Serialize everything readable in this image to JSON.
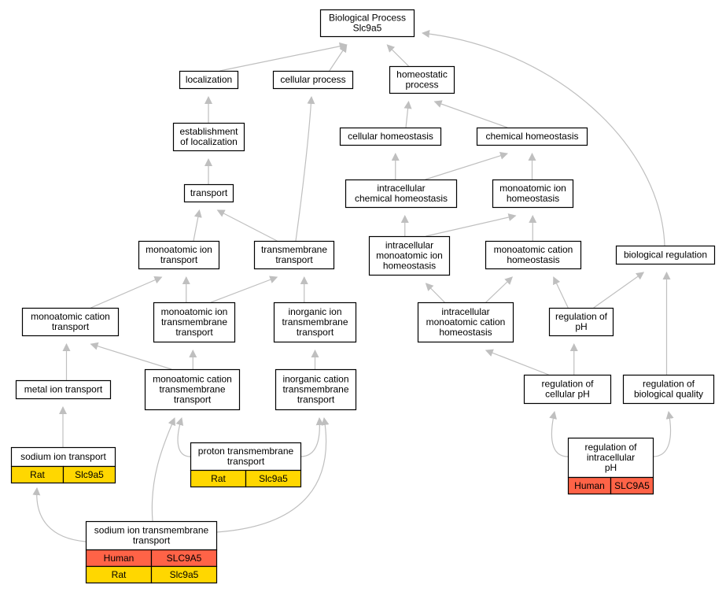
{
  "colors": {
    "rat": "#ffd700",
    "human": "#ff6347",
    "edge": "#bfbfbf",
    "node_border": "#000000",
    "node_fill": "#ffffff"
  },
  "nodes": [
    {
      "id": "root",
      "lines": [
        "Biological Process",
        "Slc9a5"
      ]
    },
    {
      "id": "localization",
      "lines": [
        "localization"
      ]
    },
    {
      "id": "cellular_process",
      "lines": [
        "cellular process"
      ]
    },
    {
      "id": "homeostatic_process",
      "lines": [
        "homeostatic",
        "process"
      ]
    },
    {
      "id": "establishment_localization",
      "lines": [
        "establishment",
        "of localization"
      ]
    },
    {
      "id": "cellular_homeostasis",
      "lines": [
        "cellular homeostasis"
      ]
    },
    {
      "id": "chemical_homeostasis",
      "lines": [
        "chemical homeostasis"
      ]
    },
    {
      "id": "transport",
      "lines": [
        "transport"
      ]
    },
    {
      "id": "intracellular_chemical_homeostasis",
      "lines": [
        "intracellular",
        "chemical homeostasis"
      ]
    },
    {
      "id": "monoatomic_ion_homeostasis",
      "lines": [
        "monoatomic ion",
        "homeostasis"
      ]
    },
    {
      "id": "monoatomic_ion_transport",
      "lines": [
        "monoatomic ion",
        "transport"
      ]
    },
    {
      "id": "transmembrane_transport",
      "lines": [
        "transmembrane",
        "transport"
      ]
    },
    {
      "id": "intracellular_monoatomic_ion_homeostasis",
      "lines": [
        "intracellular",
        "monoatomic ion",
        "homeostasis"
      ]
    },
    {
      "id": "monoatomic_cation_homeostasis",
      "lines": [
        "monoatomic cation",
        "homeostasis"
      ]
    },
    {
      "id": "biological_regulation",
      "lines": [
        "biological regulation"
      ]
    },
    {
      "id": "monoatomic_cation_transport",
      "lines": [
        "monoatomic cation",
        "transport"
      ]
    },
    {
      "id": "monoatomic_ion_transmembrane_transport",
      "lines": [
        "monoatomic ion",
        "transmembrane",
        "transport"
      ]
    },
    {
      "id": "inorganic_ion_transmembrane_transport",
      "lines": [
        "inorganic ion",
        "transmembrane",
        "transport"
      ]
    },
    {
      "id": "intracellular_monoatomic_cation_homeostasis",
      "lines": [
        "intracellular",
        "monoatomic cation",
        "homeostasis"
      ]
    },
    {
      "id": "regulation_of_ph",
      "lines": [
        "regulation of",
        "pH"
      ]
    },
    {
      "id": "metal_ion_transport",
      "lines": [
        "metal ion transport"
      ]
    },
    {
      "id": "monoatomic_cation_transmembrane_transport",
      "lines": [
        "monoatomic cation",
        "transmembrane",
        "transport"
      ]
    },
    {
      "id": "inorganic_cation_transmembrane_transport",
      "lines": [
        "inorganic cation",
        "transmembrane",
        "transport"
      ]
    },
    {
      "id": "regulation_of_cellular_ph",
      "lines": [
        "regulation of",
        "cellular pH"
      ]
    },
    {
      "id": "regulation_of_biological_quality",
      "lines": [
        "regulation of",
        "biological quality"
      ]
    },
    {
      "id": "sodium_ion_transport",
      "lines": [
        "sodium ion transport"
      ],
      "annotations": [
        {
          "species": "Rat",
          "gene": "Slc9a5"
        }
      ]
    },
    {
      "id": "proton_transmembrane_transport",
      "lines": [
        "proton transmembrane",
        "transport"
      ],
      "annotations": [
        {
          "species": "Rat",
          "gene": "Slc9a5"
        }
      ]
    },
    {
      "id": "regulation_of_intracellular_ph",
      "lines": [
        "regulation of",
        "intracellular",
        "pH"
      ],
      "annotations": [
        {
          "species": "Human",
          "gene": "SLC9A5"
        }
      ]
    },
    {
      "id": "sodium_ion_transmembrane_transport",
      "lines": [
        "sodium ion transmembrane",
        "transport"
      ],
      "annotations": [
        {
          "species": "Human",
          "gene": "SLC9A5"
        },
        {
          "species": "Rat",
          "gene": "Slc9a5"
        }
      ]
    }
  ],
  "edges": [
    {
      "from": "localization",
      "to": "root"
    },
    {
      "from": "cellular_process",
      "to": "root"
    },
    {
      "from": "homeostatic_process",
      "to": "root"
    },
    {
      "from": "biological_regulation",
      "to": "root"
    },
    {
      "from": "establishment_localization",
      "to": "localization"
    },
    {
      "from": "transport",
      "to": "establishment_localization"
    },
    {
      "from": "monoatomic_ion_transport",
      "to": "transport"
    },
    {
      "from": "transmembrane_transport",
      "to": "transport"
    },
    {
      "from": "transmembrane_transport",
      "to": "cellular_process"
    },
    {
      "from": "cellular_homeostasis",
      "to": "homeostatic_process"
    },
    {
      "from": "chemical_homeostasis",
      "to": "homeostatic_process"
    },
    {
      "from": "intracellular_chemical_homeostasis",
      "to": "cellular_homeostasis"
    },
    {
      "from": "intracellular_chemical_homeostasis",
      "to": "chemical_homeostasis"
    },
    {
      "from": "monoatomic_ion_homeostasis",
      "to": "chemical_homeostasis"
    },
    {
      "from": "intracellular_monoatomic_ion_homeostasis",
      "to": "intracellular_chemical_homeostasis"
    },
    {
      "from": "intracellular_monoatomic_ion_homeostasis",
      "to": "monoatomic_ion_homeostasis"
    },
    {
      "from": "monoatomic_cation_homeostasis",
      "to": "monoatomic_ion_homeostasis"
    },
    {
      "from": "monoatomic_cation_transport",
      "to": "monoatomic_ion_transport"
    },
    {
      "from": "monoatomic_ion_transmembrane_transport",
      "to": "monoatomic_ion_transport"
    },
    {
      "from": "monoatomic_ion_transmembrane_transport",
      "to": "transmembrane_transport"
    },
    {
      "from": "inorganic_ion_transmembrane_transport",
      "to": "transmembrane_transport"
    },
    {
      "from": "intracellular_monoatomic_cation_homeostasis",
      "to": "intracellular_monoatomic_ion_homeostasis"
    },
    {
      "from": "intracellular_monoatomic_cation_homeostasis",
      "to": "monoatomic_cation_homeostasis"
    },
    {
      "from": "regulation_of_ph",
      "to": "monoatomic_cation_homeostasis"
    },
    {
      "from": "regulation_of_ph",
      "to": "biological_regulation"
    },
    {
      "from": "regulation_of_biological_quality",
      "to": "biological_regulation"
    },
    {
      "from": "metal_ion_transport",
      "to": "monoatomic_cation_transport"
    },
    {
      "from": "monoatomic_cation_transmembrane_transport",
      "to": "monoatomic_cation_transport"
    },
    {
      "from": "monoatomic_cation_transmembrane_transport",
      "to": "monoatomic_ion_transmembrane_transport"
    },
    {
      "from": "inorganic_cation_transmembrane_transport",
      "to": "inorganic_ion_transmembrane_transport"
    },
    {
      "from": "regulation_of_cellular_ph",
      "to": "intracellular_monoatomic_cation_homeostasis"
    },
    {
      "from": "regulation_of_cellular_ph",
      "to": "regulation_of_ph"
    },
    {
      "from": "sodium_ion_transport",
      "to": "metal_ion_transport"
    },
    {
      "from": "proton_transmembrane_transport",
      "to": "monoatomic_cation_transmembrane_transport"
    },
    {
      "from": "proton_transmembrane_transport",
      "to": "inorganic_cation_transmembrane_transport"
    },
    {
      "from": "regulation_of_intracellular_ph",
      "to": "regulation_of_cellular_ph"
    },
    {
      "from": "regulation_of_intracellular_ph",
      "to": "regulation_of_biological_quality"
    },
    {
      "from": "sodium_ion_transmembrane_transport",
      "to": "sodium_ion_transport"
    },
    {
      "from": "sodium_ion_transmembrane_transport",
      "to": "monoatomic_cation_transmembrane_transport"
    },
    {
      "from": "sodium_ion_transmembrane_transport",
      "to": "inorganic_cation_transmembrane_transport"
    }
  ]
}
